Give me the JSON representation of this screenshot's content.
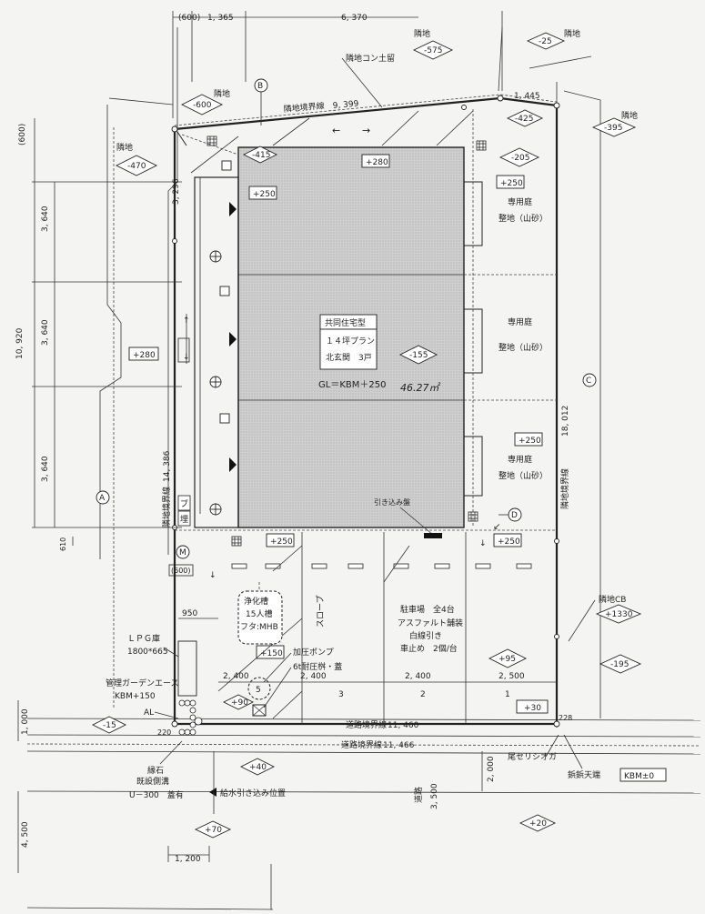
{
  "top_dims": {
    "d600": "(600)",
    "d1365": "1, 365",
    "d6370": "6, 370"
  },
  "corner_labels": {
    "rinchi_1": "隣地",
    "rinchi_2": "隣地",
    "rinchi_3": "隣地",
    "rinchi_4": "隣地",
    "rinchi_5": "隣地"
  },
  "level_tags": {
    "m575": "-575",
    "m25": "-25",
    "m600": "-600",
    "m425": "-425",
    "m395": "-395",
    "m470": "-470",
    "m415": "-415",
    "p280_top": "+280",
    "m205": "-205",
    "p250_a": "+250",
    "p250_b": "+250",
    "p280_left": "+280",
    "m155": "-155",
    "p250_c": "+250",
    "p250_d": "+250",
    "p250_e": "+250",
    "p1330": "+1330",
    "m195": "-195",
    "p95": "+95",
    "p150": "+150",
    "p90": "+90",
    "m15": "-15",
    "p40": "+40",
    "p70": "+70",
    "p20": "+20",
    "p30": "+30"
  },
  "boundary_labels": {
    "rinchi_con": "隣地コン土留",
    "north_line": "隣地境界線",
    "north_len": "9, 399",
    "seg_1445": "1, 445",
    "west_line": "隣地境界線",
    "west_len": "14, 386",
    "east_line": "隣地境界線",
    "east_len": "18, 012",
    "road_line_1": "道路境界線",
    "road_len_1": "11, 460",
    "road_line_2": "道路境界線",
    "road_len_2": "11, 466"
  },
  "markers": {
    "A": "A",
    "B": "B",
    "C": "C",
    "D": "D",
    "M": "M"
  },
  "building": {
    "title": "共同住宅型",
    "line1": "１４坪プラン",
    "line2": "北玄関　3戸",
    "gl": "GL＝KBM＋250",
    "note": "46.27㎡",
    "hikikomi": "引き込み盤"
  },
  "gardens": [
    {
      "label1": "専用庭",
      "label2": "整地（山砂）"
    },
    {
      "label1": "専用庭",
      "label2": "整地（山砂）"
    },
    {
      "label1": "専用庭",
      "label2": "整地（山砂）"
    }
  ],
  "left_dims": {
    "d600": "(600)",
    "d3296": "3, 296",
    "d3640_a": "3, 640",
    "d10920": "10, 920",
    "d3640_b": "3, 640",
    "d3640_c": "3, 640",
    "d610": "610",
    "d1000": "1, 000",
    "d4500": "4, 500"
  },
  "west_small": {
    "bu": "ブ",
    "mai": "埋",
    "d600": "(600)"
  },
  "parking": {
    "heading": "駐車場　全4台",
    "line2": "アスファルト舗装",
    "line3": "白線引き",
    "line4": "車止め　2個/台",
    "slope": "スロープ",
    "widths": [
      "2, 400",
      "2, 400",
      "2, 400",
      "2, 500"
    ],
    "numbers": [
      "3",
      "2",
      "1"
    ]
  },
  "septic": {
    "l1": "浄化槽",
    "l2": "15人槽",
    "l3": "フタ:MHB",
    "pump": "加圧ポンプ",
    "tank": "6t耐圧桝・蓋",
    "five": "5"
  },
  "lpg": {
    "title": "ＬＰＧ庫",
    "size": "1800*665",
    "d950": "950",
    "garden_ace": "管理ガーデンエース",
    "kbm150": "KBM+150",
    "al": "AL",
    "d220": "220",
    "tateishi": "縁石"
  },
  "road": {
    "drain1": "既設側溝",
    "drain2": "U－300　蓋有",
    "water": "給水引き込み位置",
    "d2000": "2, 000",
    "douro": "道路",
    "d3500": "3, 500",
    "d1200": "1, 200",
    "kiyo": "尾セリシオガ",
    "kbm_label": "鋲鋲天端",
    "kbm_value": "KBM±0",
    "cb": "隣地CB",
    "d228": "228"
  }
}
